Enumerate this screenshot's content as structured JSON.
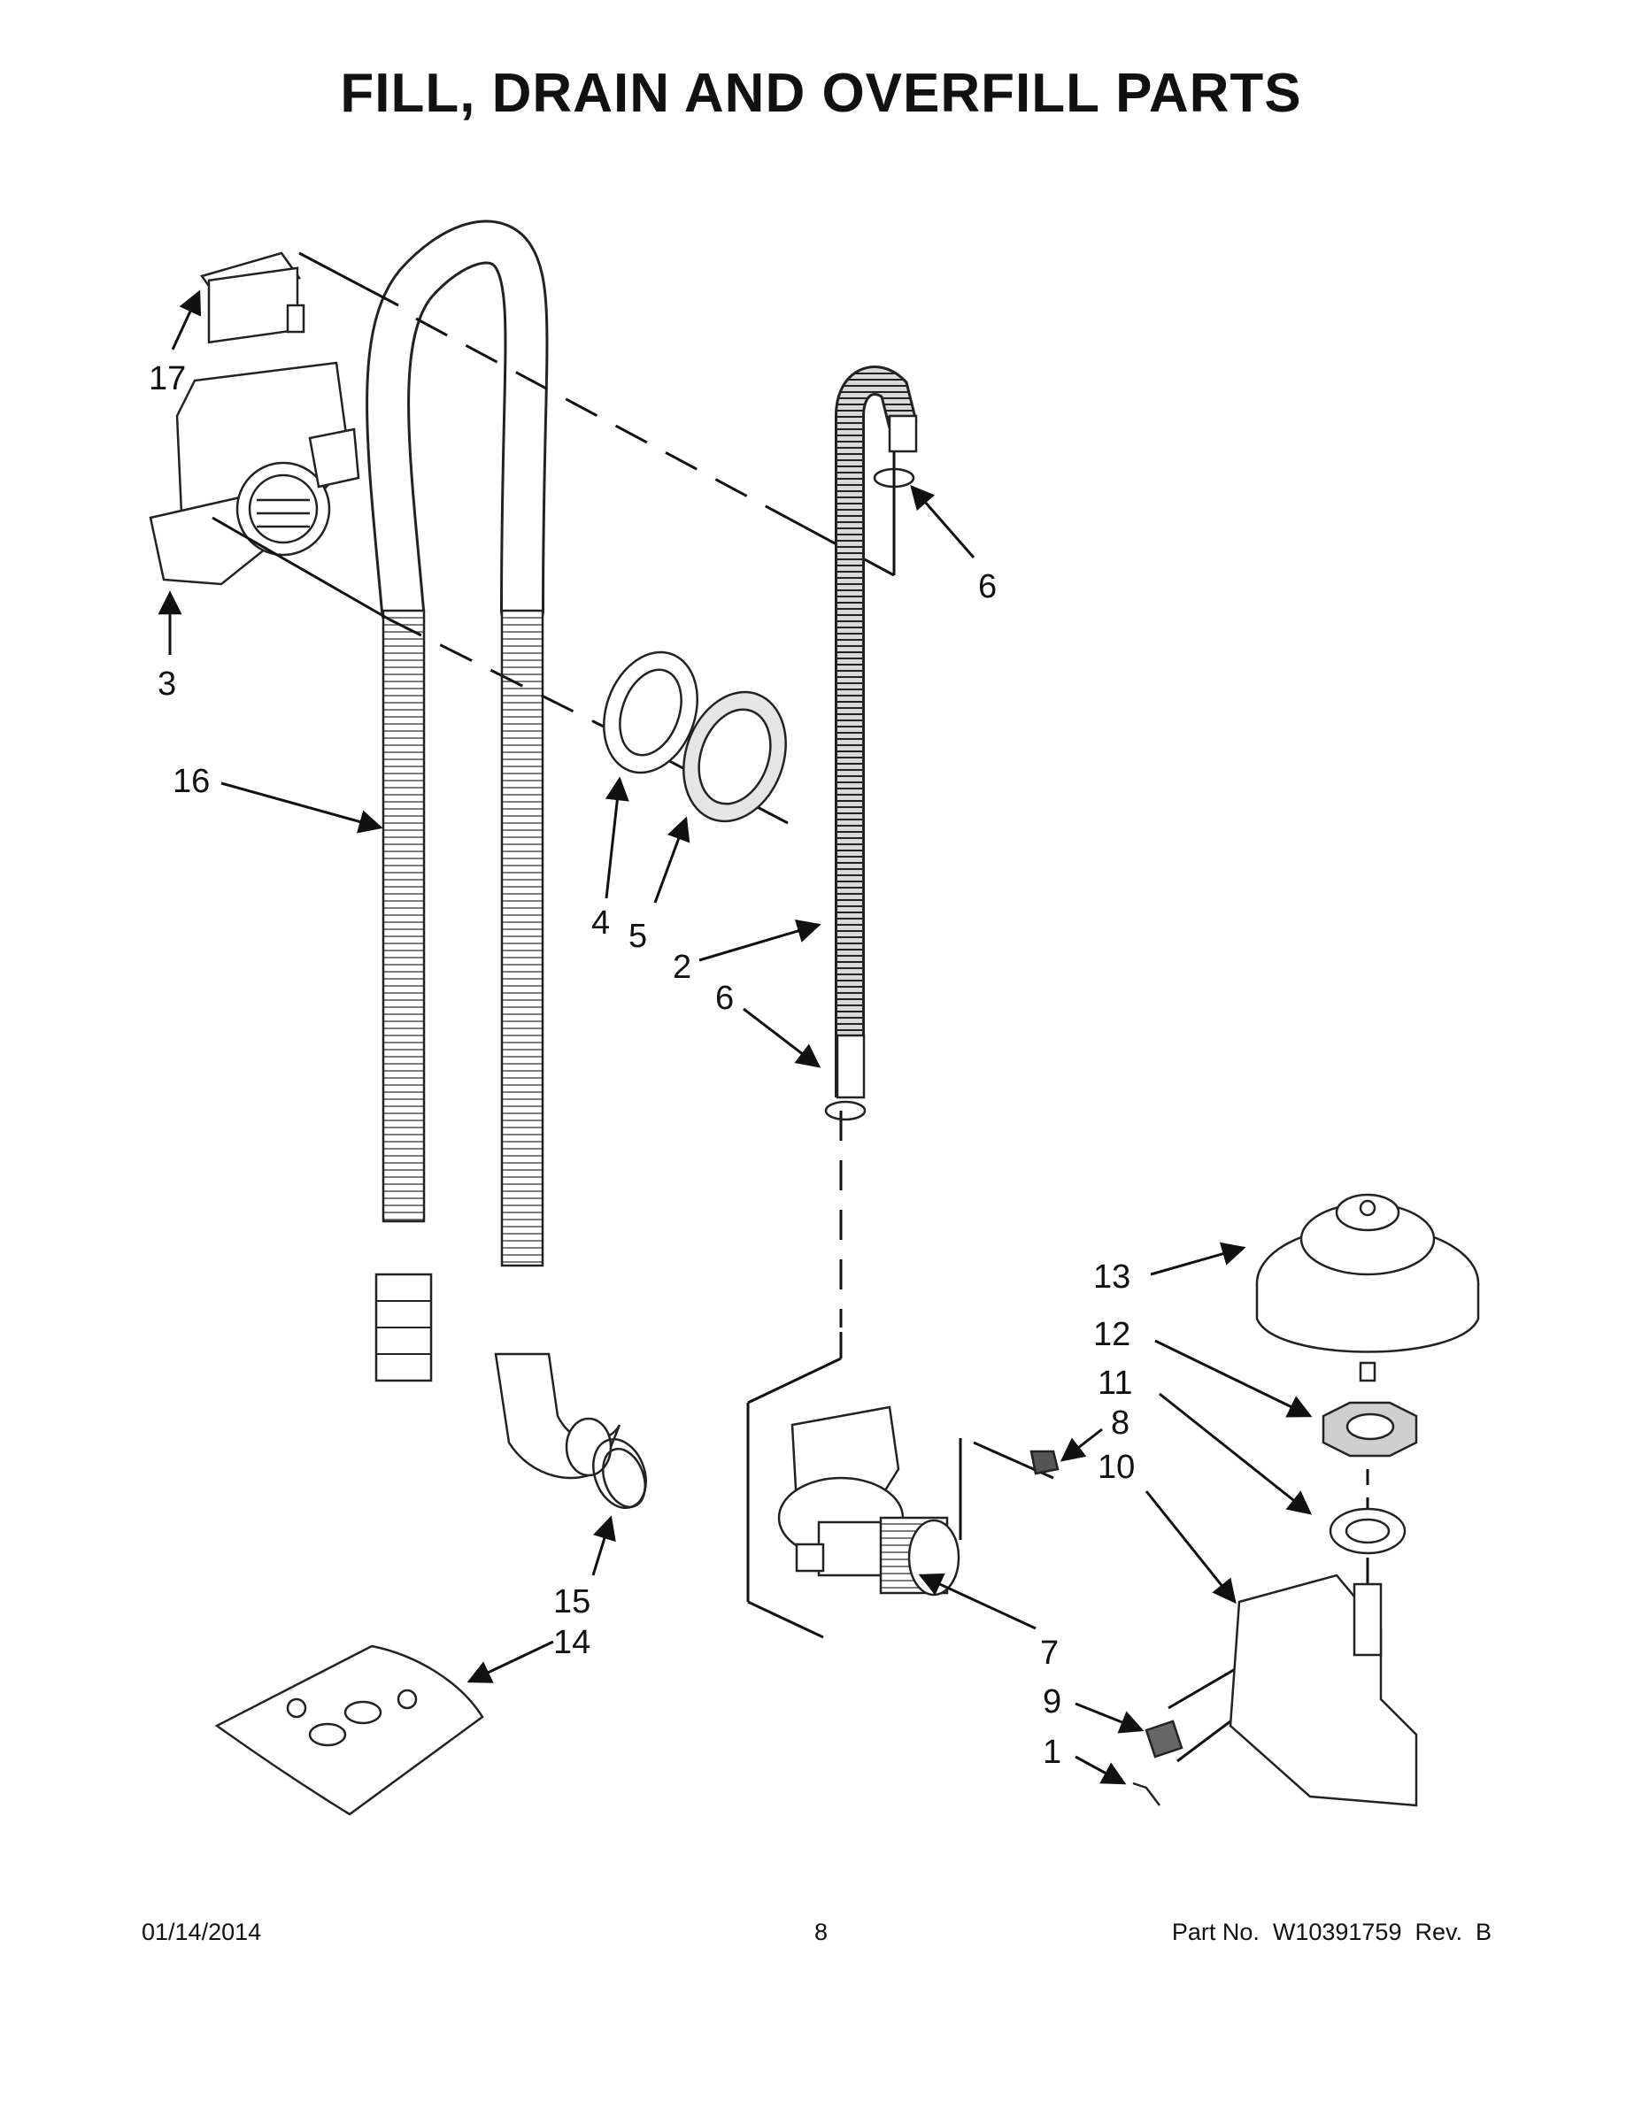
{
  "title": "FILL, DRAIN AND OVERFILL PARTS",
  "callouts": [
    "17",
    "3",
    "16",
    "4",
    "5",
    "2",
    "6",
    "6",
    "13",
    "12",
    "11",
    "8",
    "10",
    "15",
    "14",
    "7",
    "9",
    "1"
  ],
  "footer": {
    "date": "01/14/2014",
    "page": "8",
    "part_label": "Part No.  W10391759  Rev.  B"
  }
}
